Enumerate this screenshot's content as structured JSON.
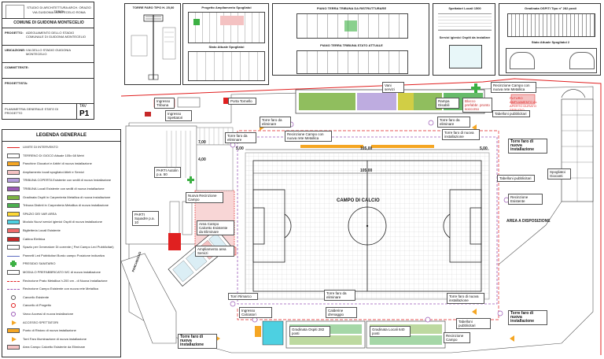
{
  "colors": {
    "intervention": "#f4a6a6",
    "green": "#3cb043",
    "orange": "#f5a623",
    "purple": "#9b59b6",
    "red": "#e02020",
    "field_grid": "#9a9a9a"
  },
  "title_block": {
    "line1": "STUDIO DI ARCHITETTURA ARCH. ORAZIO TEBIDI",
    "line2": "VIA GUIDONIA MONTECELIO ROMA",
    "client": "COMUNE DI GUIDONIA MONTECELIO",
    "project_label": "PROGETTO:",
    "project_text": "ADEGUAMENTO DELLO STADIO COMUNALE DI GUIDONIA MONTECELIO",
    "location_label": "UBICAZIONE:",
    "location_text": "VIA DELLO STADIO GUIDONIA MONTECELIO",
    "committente_label": "COMMITTENTE:",
    "progettista_label": "PROGETTISTA:",
    "sheet_title": "PLANIMETRIA GENERALE STATO DI PROGETTO",
    "tav_label": "TAV",
    "tav_number": "P1"
  },
  "legend": {
    "title": "LEGENDA GENERALE",
    "items": [
      {
        "label": "LIMITE DI INTERVENTO",
        "color": "#e02020",
        "kind": "line"
      },
      {
        "label": "TERRENO DI GIOCO Attuale 105x 68 Metri",
        "color": "#ffffff",
        "kind": "box"
      },
      {
        "label": "Panchine Giocatori e Arbitri di nuova installazione",
        "color": "#f5a623",
        "kind": "box"
      },
      {
        "label": "Ampliamento locali spogliatoi Atleti e Servizi",
        "color": "#f4c2c2",
        "kind": "box"
      },
      {
        "label": "TRIBUNA COPERTA Esistente con sedili di nuova Installazione",
        "color": "#b39ddb",
        "kind": "box"
      },
      {
        "label": "TRIBUNA Locali Esistente con sedili di nuova installazione",
        "color": "#9b59b6",
        "kind": "box"
      },
      {
        "label": "Gradinata Ospiti in Carpenteria Metallica di nuova installazione",
        "color": "#7cb342",
        "kind": "box"
      },
      {
        "label": "Tribuna Distinti in Carpenteria Metallica di nuova installazione",
        "color": "#4caf50",
        "kind": "box"
      },
      {
        "label": "SPAZIO DEI VAR AREA",
        "color": "#fdd835",
        "kind": "box"
      },
      {
        "label": "Modulo Nuovi servizi igienici Ospiti di nuova installazione",
        "color": "#4dd0e1",
        "kind": "box"
      },
      {
        "label": "Biglietteria Locali Esistente",
        "color": "#ef6c6c",
        "kind": "box"
      },
      {
        "label": "Cabina Elettrica",
        "color": "#c62828",
        "kind": "box"
      },
      {
        "label": "Spazio per Generatore Di corrente ( Pari Campo Led Pubblicitari)",
        "color": "#ffffff",
        "kind": "box"
      },
      {
        "label": "Pannelli Led Pubblicitari Bordo campo Posizione indicativa",
        "color": "#5c6bc0",
        "kind": "line"
      },
      {
        "label": "PRESIDIO SANITARIO",
        "color": "#3cb043",
        "kind": "cross"
      },
      {
        "label": "MODULO PREFABBRICATO WC di nuova installazione",
        "color": "#ffffff",
        "kind": "box"
      },
      {
        "label": "Recinzione Prato Metallica h.200 cm - di Nuova Installazione",
        "color": "#e02020",
        "kind": "dash"
      },
      {
        "label": "Recinzione Campo Esistente con nuova rete Metallica",
        "color": "#9b59b6",
        "kind": "dash"
      },
      {
        "label": "Cancello Esistente",
        "color": "#555555",
        "kind": "circle"
      },
      {
        "label": "Cancello di Progetto",
        "color": "#e02020",
        "kind": "circle"
      },
      {
        "label": "Varco Accessi di nuova installazione",
        "color": "#9b59b6",
        "kind": "circle"
      },
      {
        "label": "ACCESSO SPETTATORI",
        "color": "#f5a623",
        "kind": "arrow"
      },
      {
        "label": "Punto di Ristoro di nuova installazione",
        "color": "#f5a623",
        "kind": "box"
      },
      {
        "label": "Torri Faro Illuminazione di nuova installazione",
        "color": "#f5a623",
        "kind": "arrow"
      },
      {
        "label": "Area Campo Calcetto Esistente da Eliminare",
        "color": "#f4c2c2",
        "kind": "box"
      }
    ]
  },
  "top_panels": {
    "torre_faro": "TORRE FARO TIPO H. 25,00",
    "progetto_spogliatoi": "Progetto Ampliamento Spogliatoi",
    "stato_spogliatoi": "Stato Attuale Spogliatoi",
    "piano_terra_ristrutturare": "PIANO TERRA TRIBUNA DA RISTRUTTURARE",
    "piano_terra_attuale": "PIANO TERRA TRIBUNA STATO ATTUALE",
    "spettatori": "Spettatori Locali 1500",
    "servizi_ospiti": "Servizi igienici Ospiti da installare",
    "gradinata_ospiti": "Gradinata OSPITI Tipo n° 282 posti",
    "spogliatoi_2": "Stato Attuale Spogliatoi 2"
  },
  "plan": {
    "campo": "CAMPO DI CALCIO",
    "dim_105_top": "105,00",
    "dim_105_inner": "105,00",
    "dim_5_left": "5,00",
    "dim_5_right": "5,00",
    "dim_7": "7,00",
    "dim_4": "4,00",
    "area_disposizione": "AREA A DISPOSIZIONE",
    "parcheggio": "PARCHEGGIO",
    "futuro_ampliamento": "FUTURO AMPLIAMENTO AL APERTO DURATO SERVIZIO"
  },
  "callouts": {
    "c1": "Recinzione Campo con nuova rete Metallica",
    "c2": "Vani servizi",
    "c3": "Rampa Disabili",
    "c4": "Blocco prefabbr. pronto soccorso",
    "c5": "Torre faro da eliminare",
    "c6": "Torre faro da eliminare",
    "c7": "Recinzione Campo con nuova rete Metallica",
    "c8": "Torre faro di nuova installazione",
    "c9": "Torre faro di nuova installazione",
    "c10": "Tabelloni pubblicitari",
    "c11": "Tabelloni pubblicitari",
    "c12": "Recinzione Esistente",
    "c13": "Spogliatoi Giocanti",
    "c14": "PARTI Autolin p.a. 50",
    "c15": "PARTI Squadre p.a. 10",
    "c16": "Nuova Recinzione Campo",
    "c17": "Area Campo Calcetto Esistente da Eliminare",
    "c18": "Ampliamento area Servizi",
    "c19": "Torri Rimarco",
    "c20": "Ingresso Calciatori",
    "c21": "Calderine drenaggio",
    "c22": "Torre faro da eliminare",
    "c23": "Torre faro di nuova installazione",
    "c24": "Torre faro di nuova installazione",
    "c25": "Torre faro di nuova installazione",
    "c26": "Tabelloni pubblicitari",
    "c27": "Gradinata Ospiti 282 posti",
    "c28": "Gradinata Locali 640 posti",
    "c29": "Recinzione Campo",
    "c30": "Porta Tornello",
    "c31": "Ingresso Tribuna",
    "c32": "Ingresso Spettatori",
    "c33": "Torre faro da eliminare"
  }
}
